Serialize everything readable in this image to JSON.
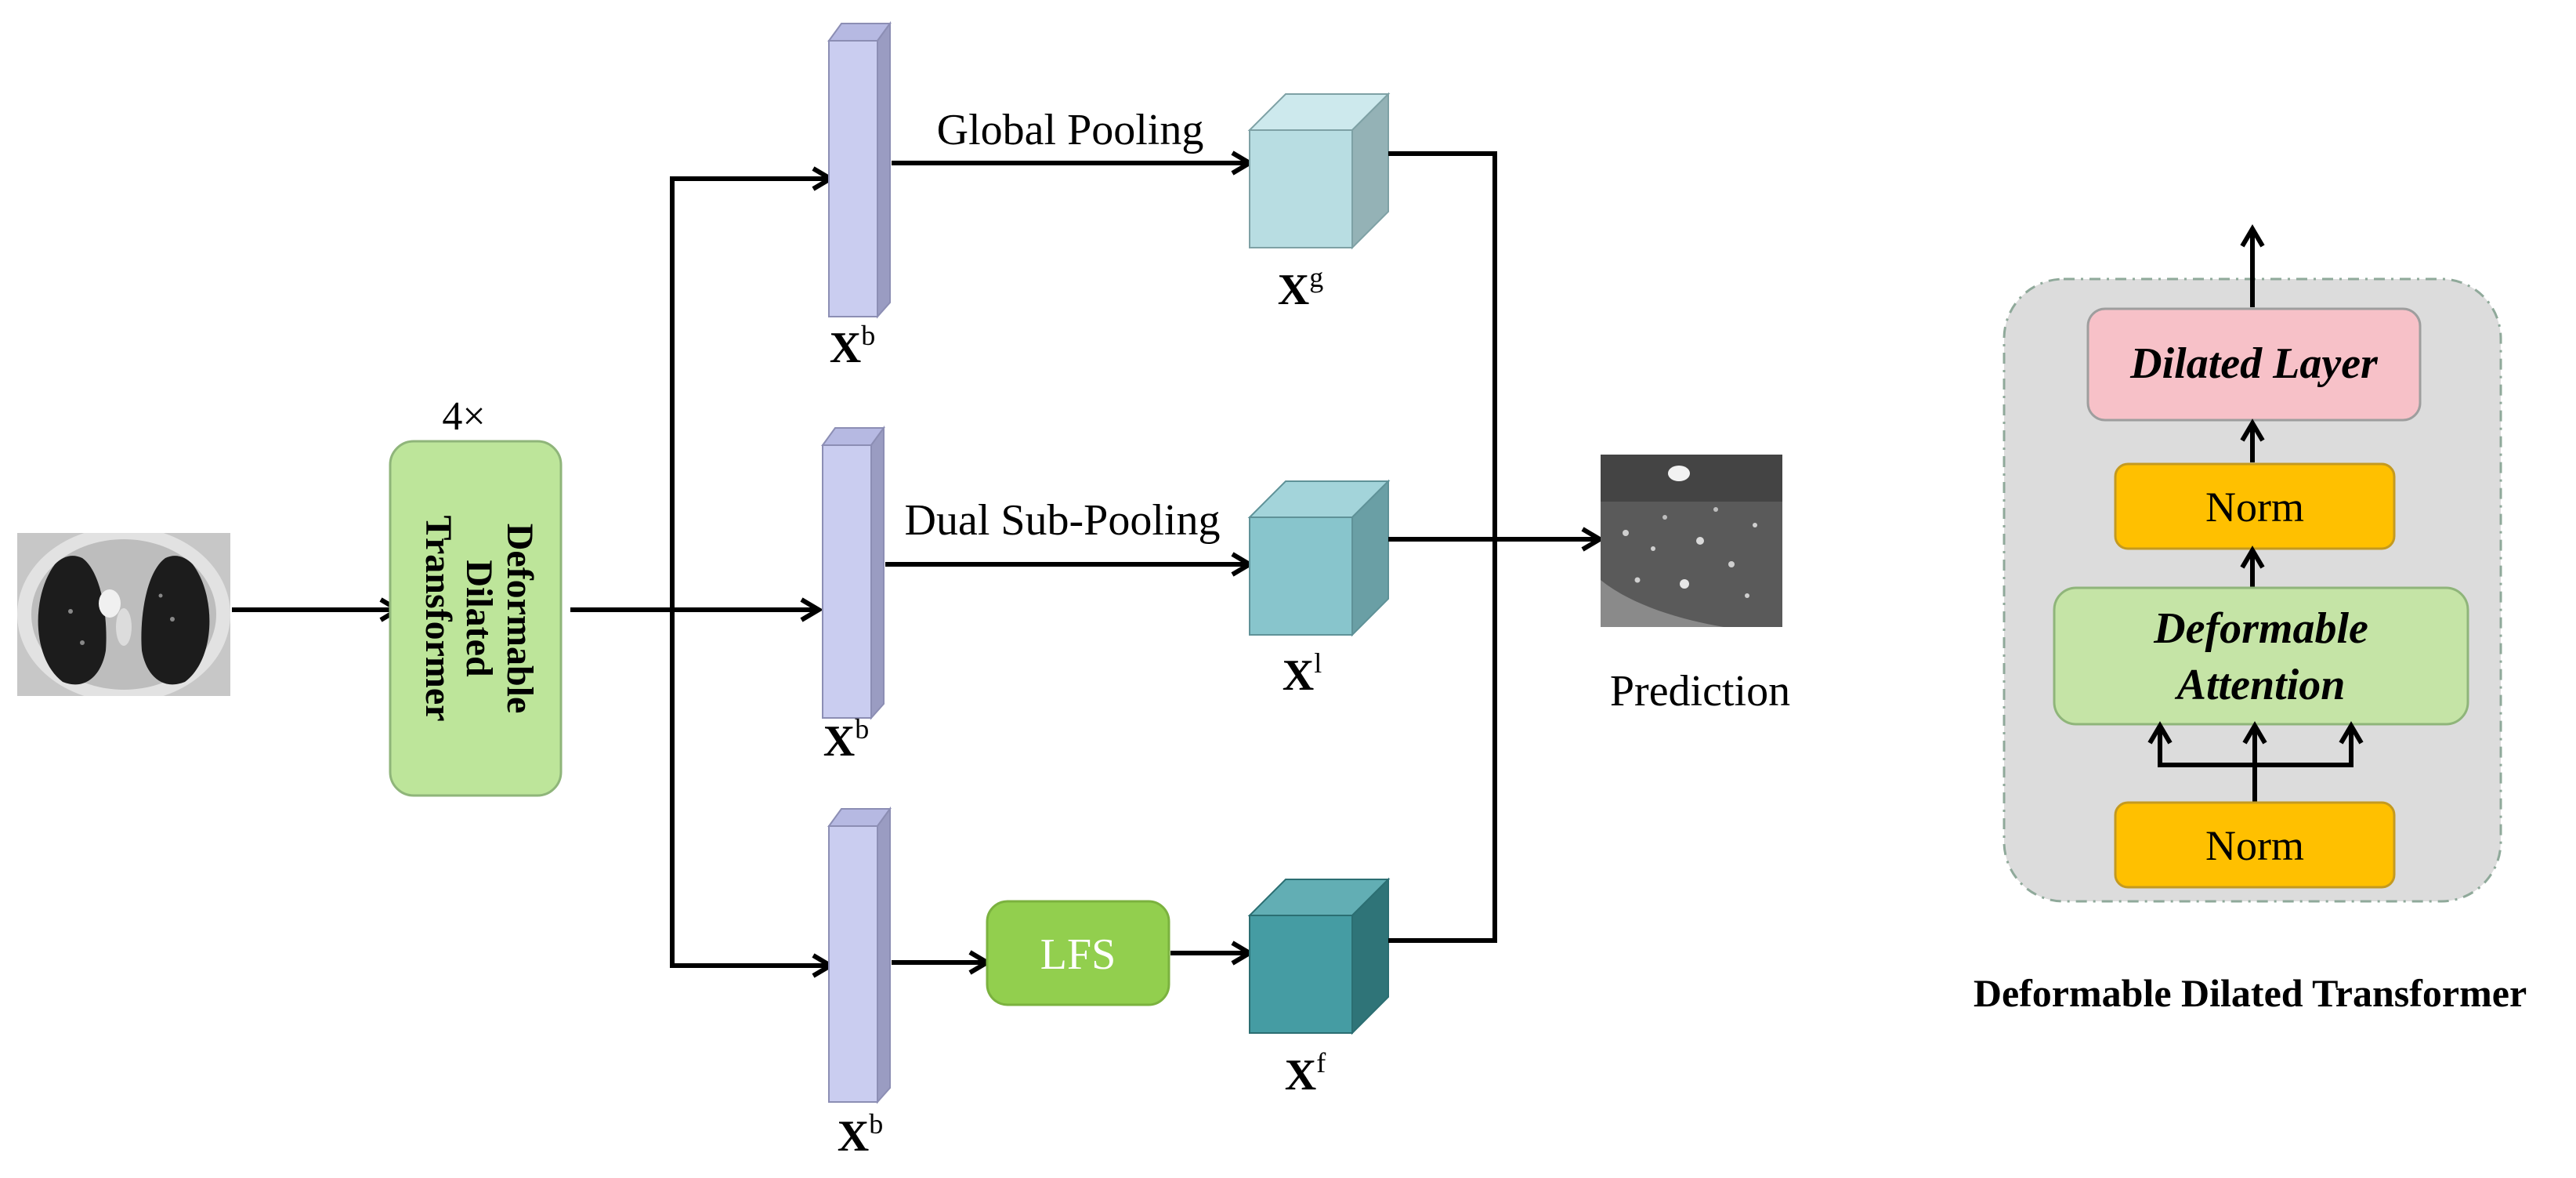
{
  "colors": {
    "ddt_block_fill": "#bde59a",
    "ddt_block_stroke": "#8fb57a",
    "bar_front": "#cacdf0",
    "bar_side": "#9a9cc2",
    "bar_top": "#b6b9e2",
    "cube_g_front": "#b8dde2",
    "cube_g_top": "#cde9ed",
    "cube_g_side": "#94b2b6",
    "cube_l_front": "#88c5cc",
    "cube_l_top": "#a3d4da",
    "cube_l_side": "#6a9fa5",
    "cube_f_front": "#459ca3",
    "cube_f_top": "#62aeb4",
    "cube_f_side": "#2f7478",
    "lfs_fill": "#92cf4e",
    "panel_fill": "#dcdcdc",
    "panel_stroke": "#8fa99a",
    "dilated_fill": "#f7c1c8",
    "norm_fill": "#ffc000",
    "attention_fill": "#c5e4a6",
    "arrow": "#000000"
  },
  "main": {
    "multiplier": "4×",
    "ddt_block_label": [
      "Deformable",
      "Dilated",
      "Transformer"
    ],
    "branches": {
      "top": {
        "bar_label_main": "X",
        "bar_label_sup": "b",
        "op_label": "Global Pooling",
        "cube_label_main": "X",
        "cube_label_sup": "g"
      },
      "middle": {
        "bar_label_main": "X",
        "bar_label_sup": "b",
        "op_label": "Dual Sub-Pooling",
        "cube_label_main": "X",
        "cube_label_sup": "l"
      },
      "bottom": {
        "bar_label_main": "X",
        "bar_label_sup": "b",
        "op_label": "LFS",
        "cube_label_main": "X",
        "cube_label_sup": "f"
      }
    },
    "prediction_label": "Prediction"
  },
  "detail_panel": {
    "title": "Deformable Dilated Transformer",
    "dilated_layer": "Dilated Layer",
    "norm_top": "Norm",
    "attention_line1": "Deformable",
    "attention_line2": "Attention",
    "norm_bottom": "Norm"
  }
}
